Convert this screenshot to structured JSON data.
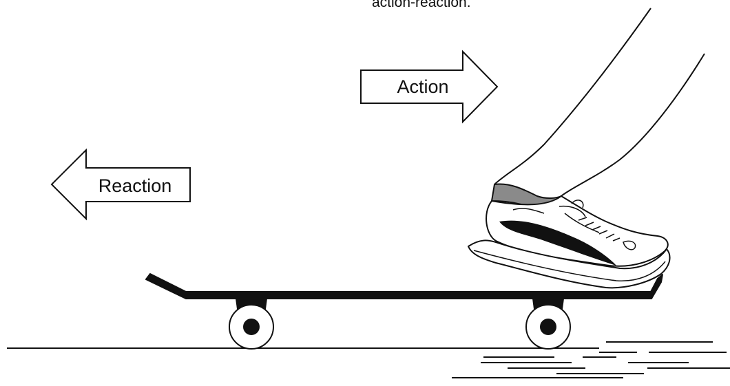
{
  "caption": "action-reaction.",
  "labels": {
    "action": "Action",
    "reaction": "Reaction"
  },
  "colors": {
    "ink": "#111111",
    "sock_band": "#8a8a8a",
    "background": "#ffffff"
  }
}
